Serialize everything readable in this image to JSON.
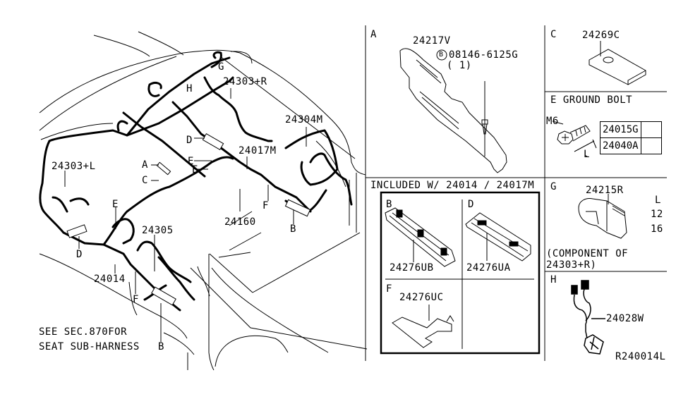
{
  "diagram": {
    "ref_code": "R240014L",
    "note": [
      "SEE SEC.870FOR",
      "SEAT SUB-HARNESS"
    ],
    "main_labels": {
      "p24303R": "24303+R",
      "p24303L": "24303+L",
      "p24304M": "24304M",
      "p24017M": "24017M",
      "p24160": "24160",
      "p24305": "24305",
      "p24014": "24014",
      "G": "G",
      "H": "H",
      "D1": "D",
      "E1": "E",
      "E2": "E",
      "A": "A",
      "C": "C",
      "F1": "F",
      "B1": "B",
      "E3": "E",
      "D2": "D",
      "F2": "F",
      "B2": "B"
    },
    "panels": {
      "A": {
        "letter": "A",
        "part": "24217V",
        "bolt_marker": "B",
        "bolt_part": "08146-6125G",
        "bolt_qty": "( 1)"
      },
      "C": {
        "letter": "C",
        "part": "24269C"
      },
      "E": {
        "title": "E  GROUND BOLT",
        "size": "M6",
        "dim": "L",
        "parts": [
          "24015G",
          "24040A"
        ]
      },
      "included": {
        "title": "INCLUDED W/ 24014 / 24017M",
        "B": {
          "letter": "B",
          "part": "24276UB"
        },
        "D": {
          "letter": "D",
          "part": "24276UA"
        },
        "F": {
          "letter": "F",
          "part": "24276UC"
        }
      },
      "G": {
        "letter": "G",
        "part": "24215R",
        "col_header": "L",
        "values": [
          "12",
          "16"
        ],
        "note": [
          "(COMPONENT OF",
          "24303+R)"
        ]
      },
      "H": {
        "letter": "H",
        "part": "24028W"
      }
    }
  }
}
